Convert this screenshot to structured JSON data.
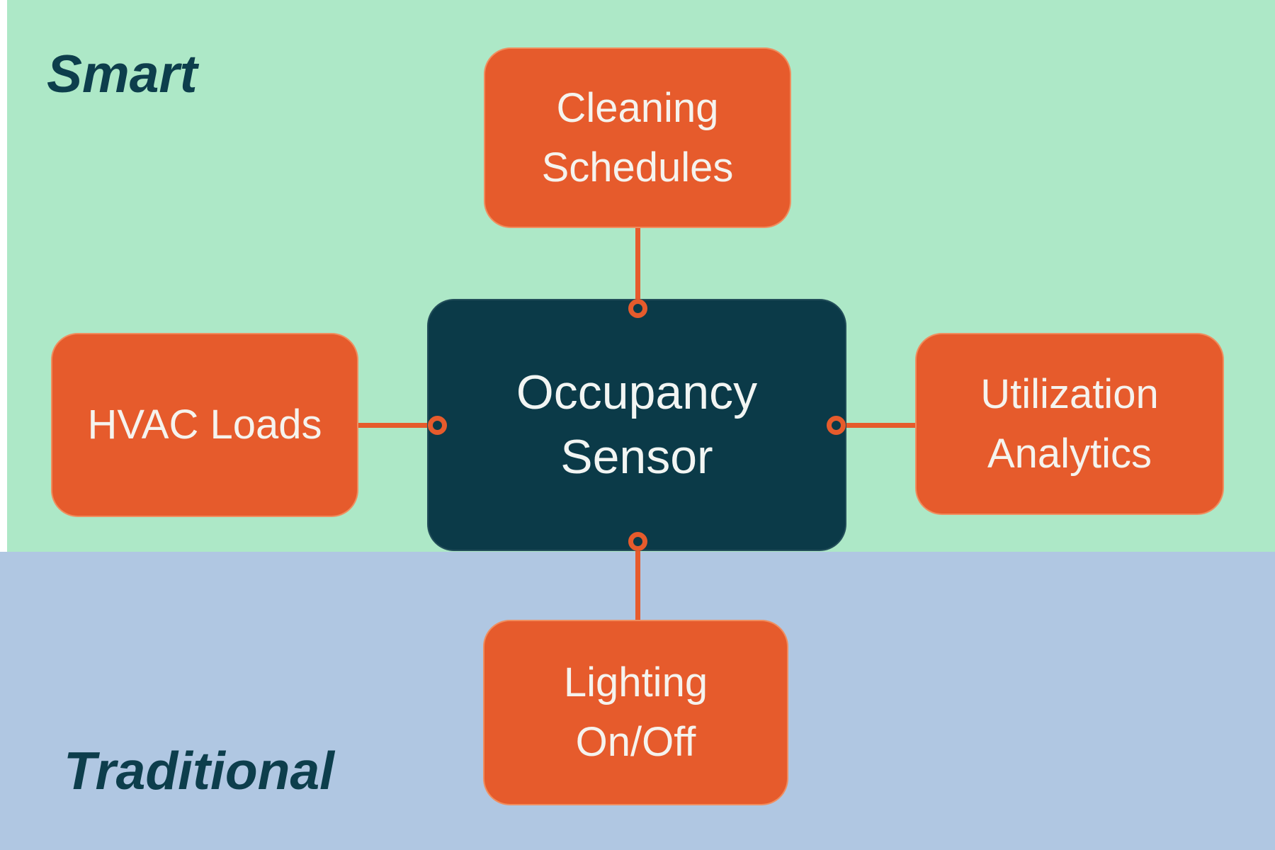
{
  "diagram": {
    "type": "hub-and-spoke",
    "regions": {
      "smart": {
        "label": "Smart",
        "color": "#ade8c7"
      },
      "traditional": {
        "label": "Traditional",
        "color": "#b0c7e2"
      }
    },
    "label_color": "#0d3e4c",
    "center_node": {
      "id": "occupancy-sensor",
      "line1": "Occupancy",
      "line2": "Sensor",
      "fill": "#0b3a48",
      "text_color": "#f2f5f3"
    },
    "satellite_nodes": [
      {
        "id": "cleaning-schedules",
        "line1": "Cleaning",
        "line2": "Schedules",
        "position": "top",
        "region": "smart"
      },
      {
        "id": "hvac-loads",
        "line1": "HVAC Loads",
        "position": "left",
        "region": "smart"
      },
      {
        "id": "utilization-analytics",
        "line1": "Utilization",
        "line2": "Analytics",
        "position": "right",
        "region": "smart"
      },
      {
        "id": "lighting-on-off",
        "line1": "Lighting",
        "line2": "On/Off",
        "position": "bottom",
        "region": "traditional"
      }
    ],
    "node_fill": "#e65b2c",
    "node_text_color": "#f5f3ee",
    "connector_color": "#e65b2c"
  }
}
